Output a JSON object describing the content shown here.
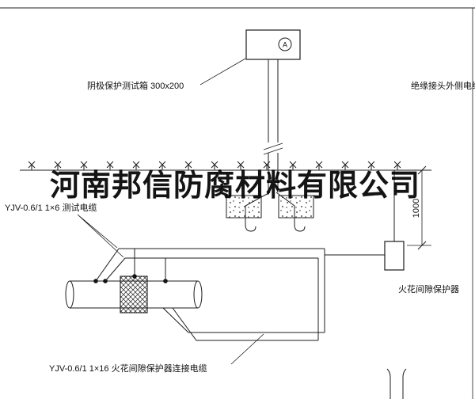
{
  "company_watermark": "河南邦信防腐材料有限公司",
  "labels": {
    "test_box": "阴极保护测试箱 300x200",
    "insulation_joint_cable": "绝缘接头外侧电缆",
    "test_cable": "YJV-0.6/1 1×6  测试电缆",
    "spark_gap_protector": "火花间隙保护器",
    "connection_cable": "YJV-0.6/1 1×16  火花间隙保护器连接电缆",
    "dimension_height": "1000",
    "ammeter_symbol": "A"
  },
  "colors": {
    "line": "#1c1c1c",
    "background": "#ffffff",
    "watermark": "#000000"
  }
}
